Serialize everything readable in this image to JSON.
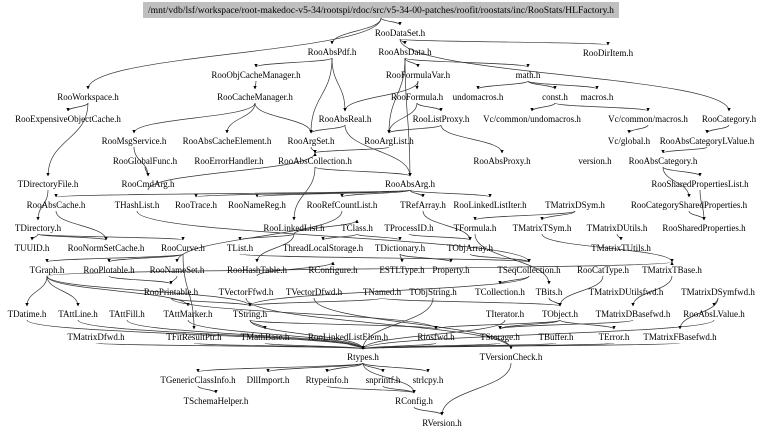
{
  "graph": {
    "root": "/mnt/vdb/lsf/workspace/root-makedoc-v5-34/rootspi/rdoc/src/v5-34-00-patches/roofit/roostats/inc/RooStats/HLFactory.h",
    "nodes": [
      "RooDataSet.h",
      "RooAbsPdf.h",
      "RooAbsData.h",
      "RooDirItem.h",
      "RooObjCacheManager.h",
      "RooFormulaVar.h",
      "math.h",
      "RooWorkspace.h",
      "RooCacheManager.h",
      "RooFormula.h",
      "undomacros.h",
      "const.h",
      "macros.h",
      "RooExpensiveObjectCache.h",
      "RooAbsReal.h",
      "RooListProxy.h",
      "Vc/common/undomacros.h",
      "Vc/common/macros.h",
      "RooCategory.h",
      "RooMsgService.h",
      "RooAbsCacheElement.h",
      "RooArgSet.h",
      "RooArgList.h",
      "Vc/global.h",
      "RooAbsCategoryLValue.h",
      "RooGlobalFunc.h",
      "RooErrorHandler.h",
      "RooAbsCollection.h",
      "RooAbsProxy.h",
      "version.h",
      "RooAbsCategory.h",
      "TDirectoryFile.h",
      "RooCmdArg.h",
      "RooAbsArg.h",
      "RooSharedPropertiesList.h",
      "RooAbsCache.h",
      "THashList.h",
      "RooTrace.h",
      "RooNameReg.h",
      "RooRefCountList.h",
      "TRefArray.h",
      "RooLinkedListIter.h",
      "TMatrixDSym.h",
      "RooCategorySharedProperties.h",
      "TDirectory.h",
      "RooLinkedList.h",
      "TClass.h",
      "TProcessID.h",
      "TFormula.h",
      "TMatrixTSym.h",
      "TMatrixDUtils.h",
      "RooSharedProperties.h",
      "TUUID.h",
      "RooNormSetCache.h",
      "RooCurve.h",
      "TList.h",
      "ThreadLocalStorage.h",
      "TDictionary.h",
      "TObjArray.h",
      "TMatrixTUtils.h",
      "TGraph.h",
      "RooPlotable.h",
      "RooNameSet.h",
      "RooHashTable.h",
      "RConfigure.h",
      "ESTLType.h",
      "Property.h",
      "TSeqCollection.h",
      "RooCatType.h",
      "TMatrixTBase.h",
      "RooPrintable.h",
      "TVectorFfwd.h",
      "TVectorDfwd.h",
      "TNamed.h",
      "TObjString.h",
      "TCollection.h",
      "TBits.h",
      "TMatrixDUtilsfwd.h",
      "TMatrixDSymfwd.h",
      "TDatime.h",
      "TAttLine.h",
      "TAttFill.h",
      "TAttMarker.h",
      "TString.h",
      "TIterator.h",
      "TObject.h",
      "TMatrixDBasefwd.h",
      "RooAbsLValue.h",
      "TMatrixDfwd.h",
      "TFitResultPtr.h",
      "TMathBase.h",
      "RooLinkedListElem.h",
      "Riosfwd.h",
      "TStorage.h",
      "TBuffer.h",
      "TError.h",
      "TMatrixFBasefwd.h",
      "Rtypes.h",
      "TVersionCheck.h",
      "TGenericClassInfo.h",
      "DllImport.h",
      "Rtypeinfo.h",
      "snprintf.h",
      "strlcpy.h",
      "TSchemaHelper.h",
      "RConfig.h",
      "RVersion.h"
    ],
    "edges": [
      [
        -1,
        0
      ],
      [
        -1,
        1
      ],
      [
        -1,
        7
      ],
      [
        0,
        2
      ],
      [
        0,
        3
      ],
      [
        0,
        18
      ],
      [
        1,
        4
      ],
      [
        1,
        14
      ],
      [
        1,
        21
      ],
      [
        2,
        5
      ],
      [
        2,
        6
      ],
      [
        2,
        22
      ],
      [
        2,
        33
      ],
      [
        5,
        9
      ],
      [
        5,
        14
      ],
      [
        6,
        10
      ],
      [
        6,
        11
      ],
      [
        6,
        12
      ],
      [
        11,
        16
      ],
      [
        11,
        17
      ],
      [
        17,
        23
      ],
      [
        18,
        24
      ],
      [
        24,
        30
      ],
      [
        30,
        34
      ],
      [
        30,
        43
      ],
      [
        34,
        51
      ],
      [
        43,
        51
      ],
      [
        4,
        8
      ],
      [
        8,
        20
      ],
      [
        8,
        19
      ],
      [
        8,
        21
      ],
      [
        7,
        13
      ],
      [
        7,
        31
      ],
      [
        9,
        15
      ],
      [
        9,
        22
      ],
      [
        15,
        28
      ],
      [
        15,
        22
      ],
      [
        14,
        21
      ],
      [
        14,
        33
      ],
      [
        21,
        27
      ],
      [
        22,
        27
      ],
      [
        27,
        33
      ],
      [
        27,
        45
      ],
      [
        33,
        38
      ],
      [
        33,
        37
      ],
      [
        33,
        40
      ],
      [
        33,
        41
      ],
      [
        33,
        39
      ],
      [
        33,
        35
      ],
      [
        31,
        44
      ],
      [
        44,
        52
      ],
      [
        44,
        53
      ],
      [
        44,
        54
      ],
      [
        45,
        55
      ],
      [
        45,
        63
      ],
      [
        45,
        46
      ],
      [
        46,
        56
      ],
      [
        46,
        57
      ],
      [
        47,
        58
      ],
      [
        48,
        76
      ],
      [
        39,
        62
      ],
      [
        40,
        58
      ],
      [
        35,
        53
      ],
      [
        25,
        32
      ],
      [
        19,
        32
      ],
      [
        32,
        27
      ],
      [
        36,
        67
      ],
      [
        55,
        67
      ],
      [
        57,
        65
      ],
      [
        57,
        66
      ],
      [
        58,
        67
      ],
      [
        60,
        69
      ],
      [
        49,
        69
      ],
      [
        50,
        59
      ],
      [
        42,
        49
      ],
      [
        42,
        48
      ],
      [
        54,
        61
      ],
      [
        54,
        60
      ],
      [
        54,
        89
      ],
      [
        60,
        79
      ],
      [
        60,
        80
      ],
      [
        60,
        82
      ],
      [
        60,
        83
      ],
      [
        61,
        70
      ],
      [
        62,
        70
      ],
      [
        63,
        64
      ],
      [
        67,
        75
      ],
      [
        67,
        83
      ],
      [
        68,
        85
      ],
      [
        69,
        86
      ],
      [
        73,
        83
      ],
      [
        73,
        85
      ],
      [
        70,
        83
      ],
      [
        70,
        92
      ],
      [
        72,
        98
      ],
      [
        71,
        98
      ],
      [
        78,
        87
      ],
      [
        78,
        96
      ],
      [
        85,
        92
      ],
      [
        85,
        95
      ],
      [
        85,
        93
      ],
      [
        86,
        93
      ],
      [
        83,
        90
      ],
      [
        83,
        97
      ],
      [
        83,
        92
      ],
      [
        76,
        85
      ],
      [
        84,
        97
      ],
      [
        74,
        97
      ],
      [
        87,
        97
      ],
      [
        88,
        97
      ],
      [
        90,
        97
      ],
      [
        91,
        97
      ],
      [
        92,
        97
      ],
      [
        93,
        97
      ],
      [
        94,
        97
      ],
      [
        95,
        97
      ],
      [
        96,
        97
      ],
      [
        79,
        97
      ],
      [
        80,
        97
      ],
      [
        81,
        97
      ],
      [
        82,
        97
      ],
      [
        89,
        97
      ],
      [
        97,
        99
      ],
      [
        97,
        100
      ],
      [
        97,
        101
      ],
      [
        97,
        102
      ],
      [
        97,
        103
      ],
      [
        97,
        105
      ],
      [
        99,
        104
      ],
      [
        101,
        105
      ],
      [
        102,
        105
      ],
      [
        105,
        106
      ],
      [
        98,
        106
      ]
    ]
  }
}
